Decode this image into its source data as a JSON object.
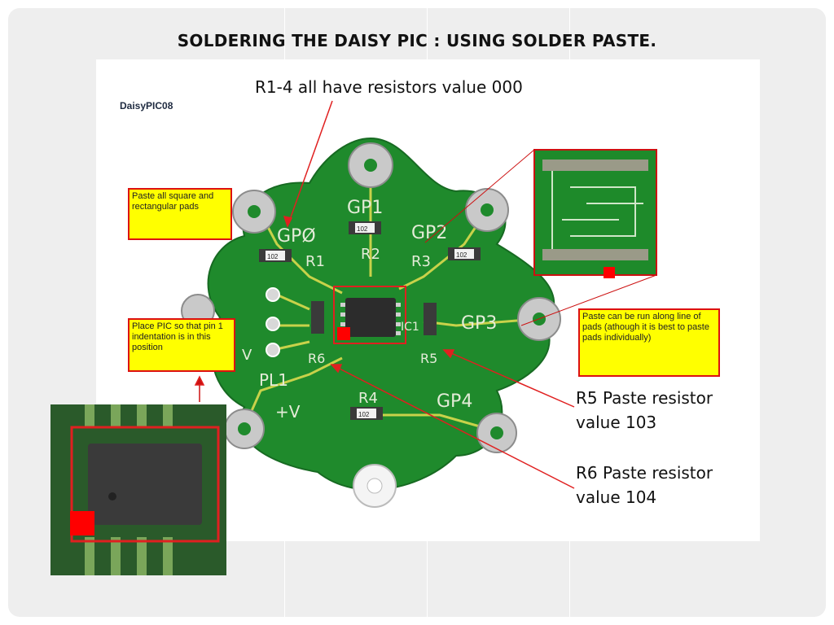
{
  "slide": {
    "title": "SOLDERING THE DAISY PIC : USING SOLDER PASTE."
  },
  "board": {
    "label": "DaisyPIC08",
    "pin_labels": {
      "gp0": "GPØ",
      "gp1": "GP1",
      "gp2": "GP2",
      "gp3": "GP3",
      "gp4": "GP4",
      "pl1": "PL1",
      "plus_v": "+V",
      "v": "V"
    },
    "designators": {
      "r1": "R1",
      "r2": "R2",
      "r3": "R3",
      "r4": "R4",
      "r5": "R5",
      "r6": "R6",
      "ic1": "IC1"
    },
    "resistor_marking": "102",
    "notes": {
      "paste_pads": "Paste all square and rectangular pads",
      "place_pic": "Place PIC so that pin 1 indentation is in this position",
      "paste_line": "Paste can be run along line of pads (athough it is best to paste pads individually)"
    }
  },
  "captions": {
    "r1_4": "R1-4 all have resistors value 000",
    "r5": "R5 Paste resistor value 103",
    "r6": "R6 Paste resistor value 104"
  },
  "colors": {
    "pcb_green": "#1f8a2c",
    "annotation_red": "#e02020",
    "note_yellow": "#ffff00"
  }
}
